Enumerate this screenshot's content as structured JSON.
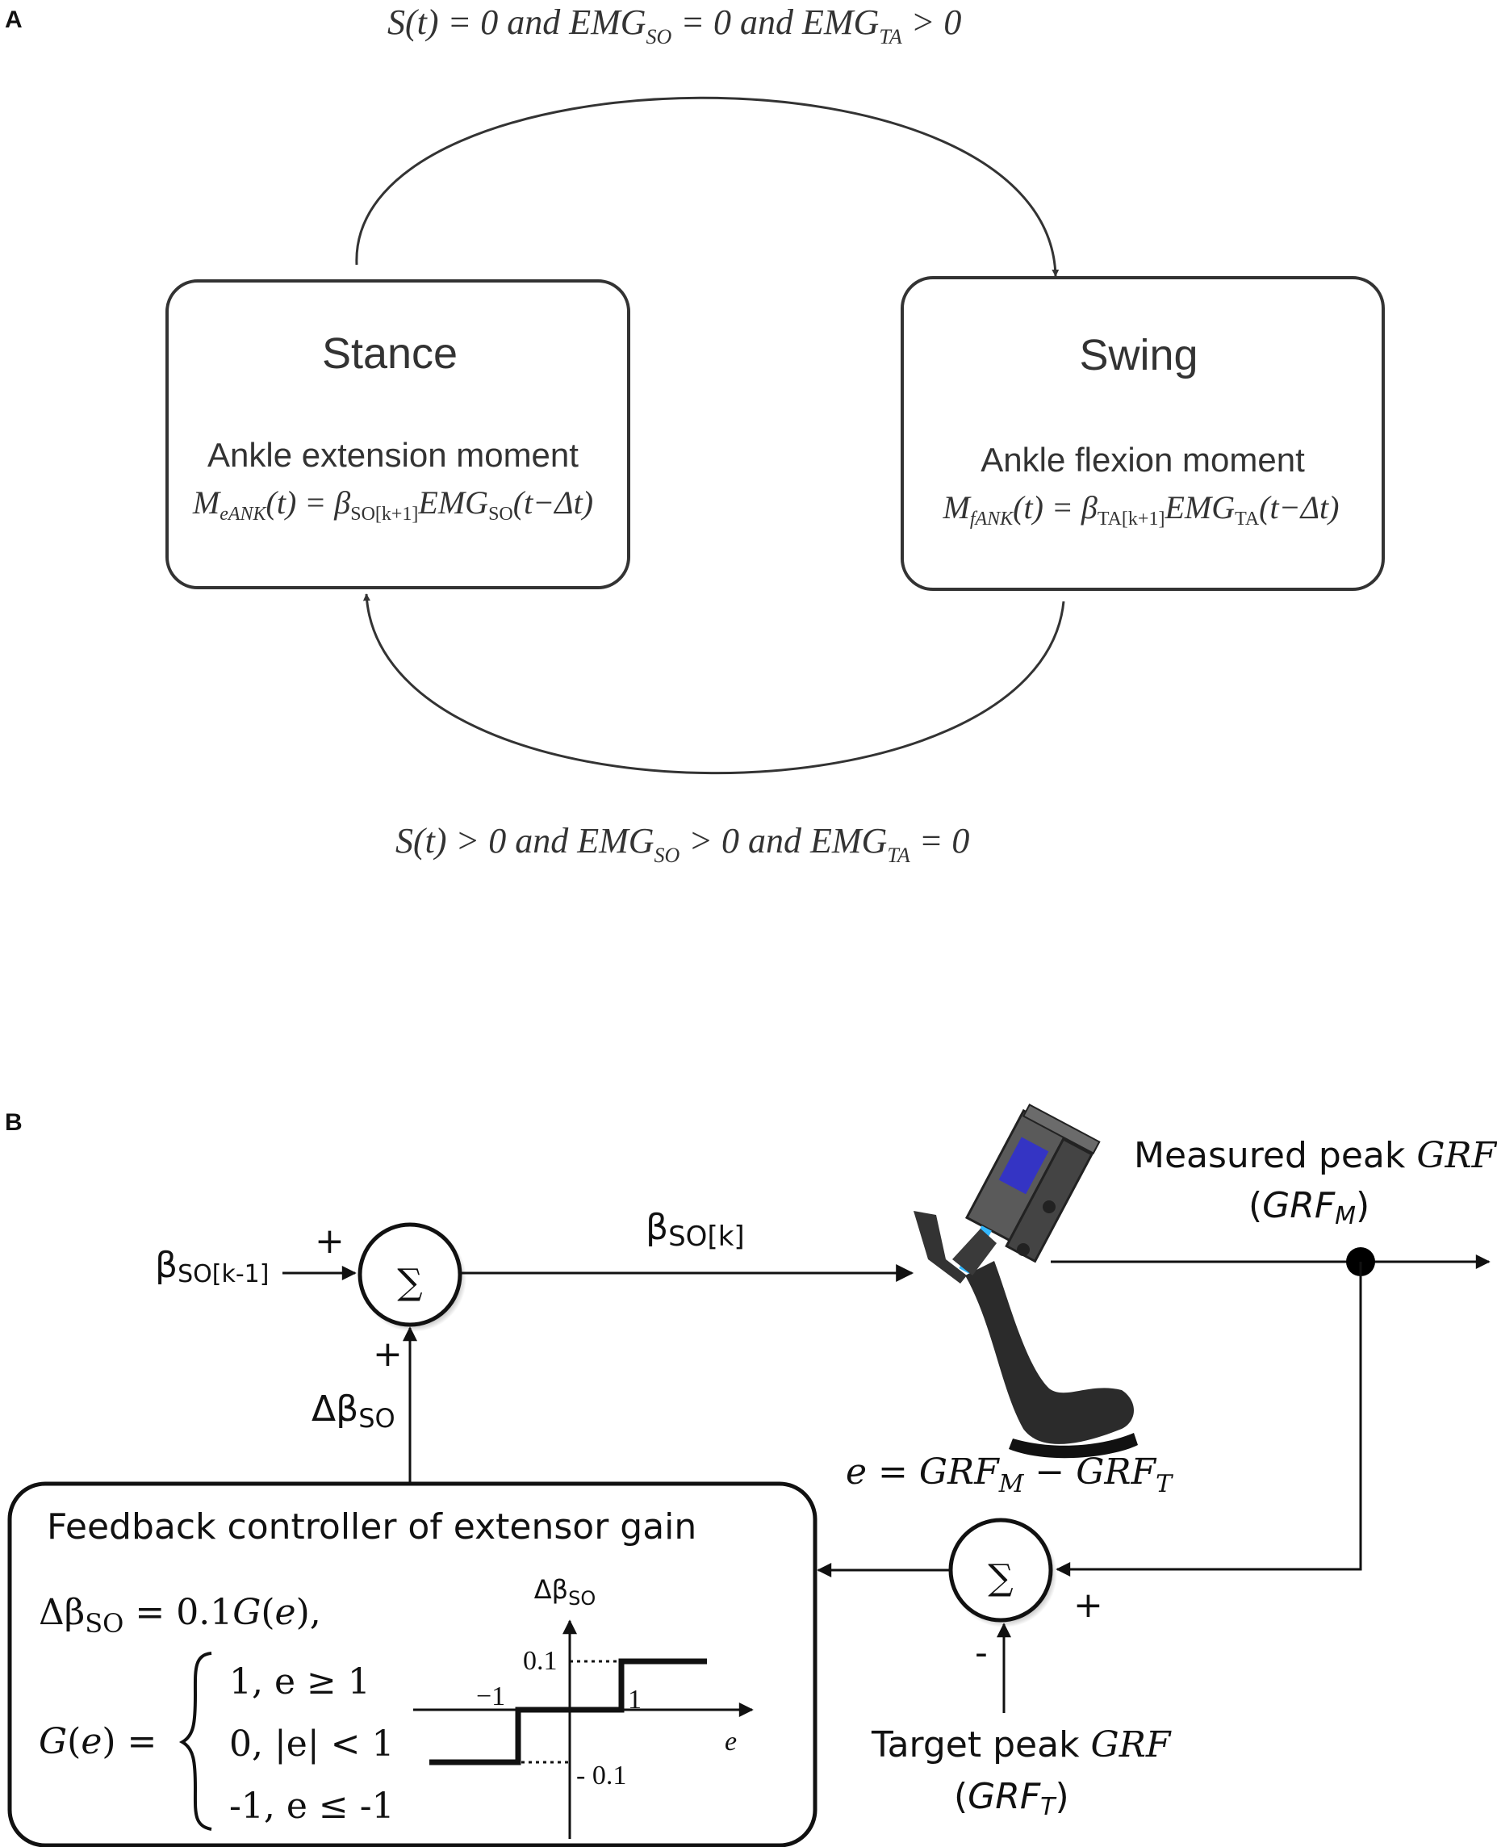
{
  "panel_a": {
    "label": "A",
    "top_condition": {
      "p1": "S(t) = 0 and EMG",
      "s1": "SO",
      "p2": " = 0 and EMG",
      "s2": "TA",
      "p3": " > 0"
    },
    "bottom_condition": {
      "p1": "S(t) > 0 and EMG",
      "s1": "SO",
      "p2": " > 0 and EMG",
      "s2": "TA",
      "p3": " = 0"
    },
    "stance": {
      "title": "Stance",
      "subtitle": "Ankle extension moment",
      "eq": {
        "m": "M",
        "msub": "eANK",
        "mid": "(t) = β",
        "bsub": "SO[k+1]",
        "emg": "EMG",
        "esub": "SO",
        "tail": "(t−Δt)"
      }
    },
    "swing": {
      "title": "Swing",
      "subtitle": "Ankle flexion moment",
      "eq": {
        "m": "M",
        "msub": "fANK",
        "mid": "(t) = β",
        "bsub": "TA[k+1]",
        "emg": "EMG",
        "esub": "TA",
        "tail": "(t−Δt)"
      }
    }
  },
  "panel_b": {
    "label": "B",
    "input_beta": {
      "base": "β",
      "sub": "SO[k-1]"
    },
    "plus_left": "+",
    "plus_bottom": "+",
    "sum_symbol": "∑",
    "output_beta": {
      "base": "β",
      "sub": "SO[k]"
    },
    "delta_beta": {
      "base": "Δβ",
      "sub": "SO"
    },
    "measured": {
      "line1": "Measured peak ",
      "line1_i": "GRF",
      "line2_open": "(",
      "line2_i": "GRF",
      "line2_sub": "M",
      "line2_close": ")"
    },
    "error_eq": {
      "e": "e",
      "eq": " = ",
      "a": "GRF",
      "asub": "M",
      "minus": " − ",
      "b": "GRF",
      "bsub": "T"
    },
    "plus_right": "+",
    "minus_sign": "-",
    "target": {
      "line1": "Target peak ",
      "line1_i": "GRF",
      "line2_open": "(",
      "line2_i": "GRF",
      "line2_sub": "T",
      "line2_close": ")"
    },
    "controller": {
      "title": "Feedback controller of extensor gain",
      "eq1": {
        "lhs": "Δβ",
        "lsub": "SO",
        "rhs": " = 0.1",
        "g": "G",
        "arg": "(",
        "e": "e",
        "close": "),"
      },
      "g_lhs": {
        "g": "G",
        "open": "(",
        "e": "e",
        "close": ") ="
      },
      "cases": [
        "1, e ≥ 1",
        "0, |e| < 1",
        "-1, e ≤ -1"
      ],
      "plot": {
        "ylabel": {
          "base": "Δβ",
          "sub": "SO"
        },
        "xlabel": "e",
        "tick_top": "0.1",
        "tick_bottom": "- 0.1",
        "tick_left": "−1",
        "tick_right": "1"
      }
    }
  }
}
